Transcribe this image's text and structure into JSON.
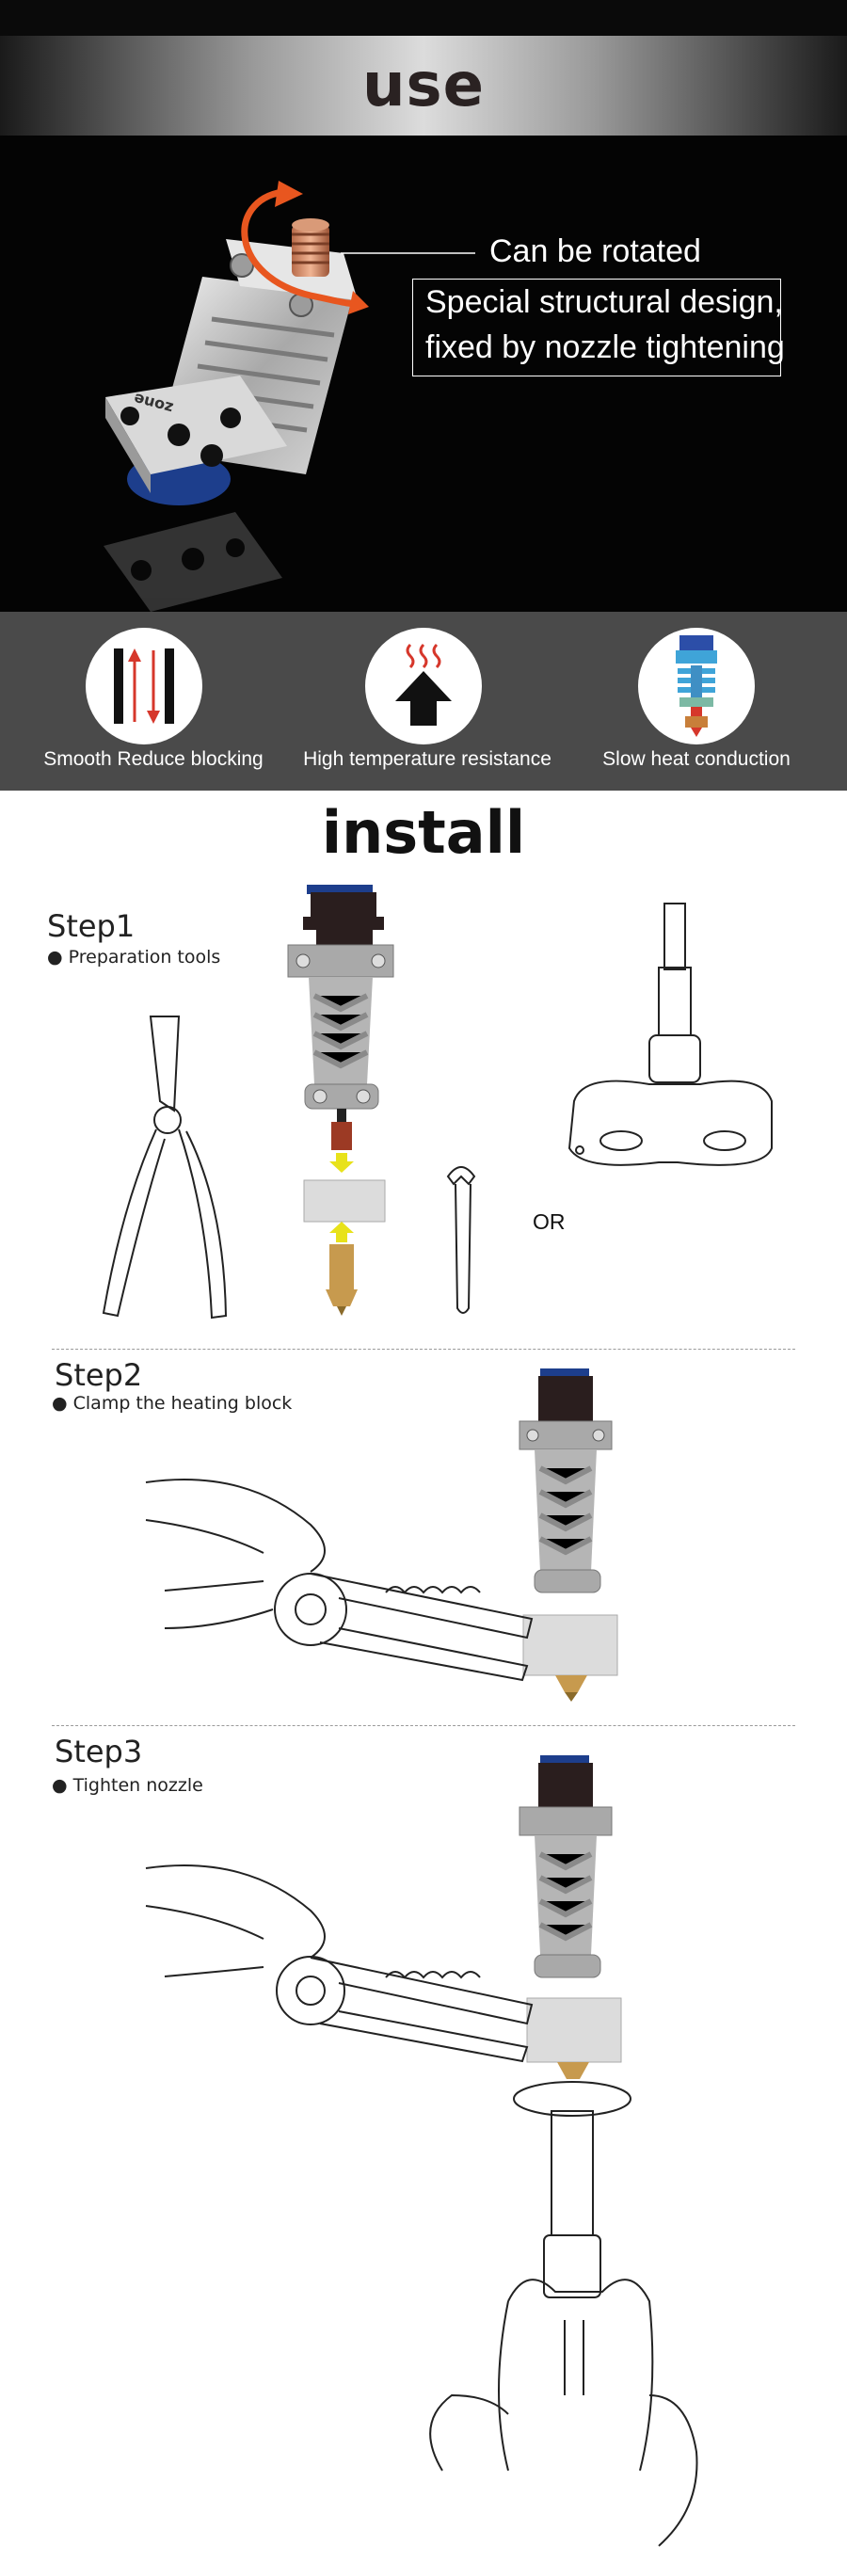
{
  "use_section": {
    "title": "use",
    "callouts": {
      "rotate": "Can be rotated",
      "design_line1": "Special structural design,",
      "design_line2": "fixed by nozzle tightening"
    },
    "product_logo": "zone",
    "arrow_color": "#e8561f"
  },
  "features": [
    {
      "label": "Smooth  Reduce blocking",
      "icon": "up-down-arrows-icon"
    },
    {
      "label": "High temperature resistance",
      "icon": "heat-arrow-icon"
    },
    {
      "label": "Slow heat conduction",
      "icon": "heat-gradient-hotend-icon"
    }
  ],
  "install": {
    "title": "install",
    "steps": [
      {
        "title": "Step1",
        "desc": "Preparation tools"
      },
      {
        "title": "Step2",
        "desc": "Clamp the heating block"
      },
      {
        "title": "Step3",
        "desc": "Tighten nozzle"
      }
    ],
    "or_label": "OR"
  },
  "colors": {
    "banner_dark": "#0a0a0a",
    "feature_band": "#4a4a4a",
    "red_accent": "#d6372b",
    "nozzle_brass": "#c79a4e",
    "arrow_yellow": "#e8e21a"
  }
}
